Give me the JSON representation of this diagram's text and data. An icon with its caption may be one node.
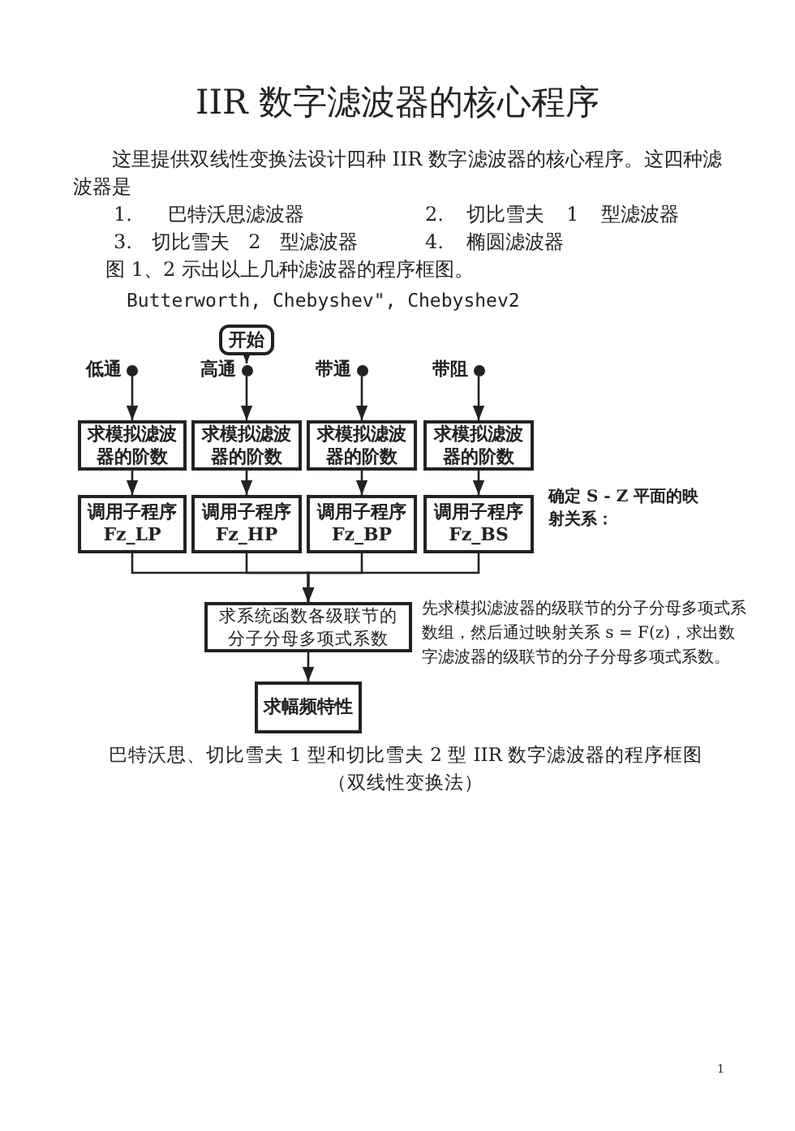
{
  "diagram": {
    "title": "IIR 数字滤波器的核心程序",
    "nodes": [
      {
        "text": [
          "开始"
        ]
      },
      {
        "text": [
          "低通"
        ]
      },
      {
        "text": [
          "高通"
        ]
      },
      {
        "text": [
          "带通"
        ]
      },
      {
        "text": [
          "带阻"
        ]
      },
      {
        "text": [
          "求模拟滤波器的阶数"
        ]
      },
      {
        "text": [
          "求模拟滤波器的阶数"
        ]
      },
      {
        "text": [
          "求模拟滤波器的阶数"
        ]
      },
      {
        "text": [
          "求模拟滤波器的阶数"
        ]
      },
      {
        "text": [
          "调用子程序 Fz_LP"
        ]
      },
      {
        "text": [
          "调用子程序 Fz_HP"
        ]
      },
      {
        "text": [
          "调用子程序 Fz_BP"
        ]
      },
      {
        "text": [
          "调用子程序 Fz_BS"
        ]
      },
      {
        "text": [
          "求系统函数各级联节的分子分母多项式系数"
        ]
      },
      {
        "text": [
          "求幅频特性"
        ]
      }
    ],
    "edges": [
      {
        "from": 0,
        "to": 2,
        "arrow": "to"
      },
      {
        "from": 1,
        "to": 5,
        "arrow": "to"
      },
      {
        "from": 2,
        "to": 6,
        "arrow": "to"
      },
      {
        "from": 3,
        "to": 7,
        "arrow": "to"
      },
      {
        "from": 4,
        "to": 8,
        "arrow": "to"
      },
      {
        "from": 5,
        "to": 9,
        "arrow": "to"
      },
      {
        "from": 6,
        "to": 10,
        "arrow": "to"
      },
      {
        "from": 7,
        "to": 11,
        "arrow": "to"
      },
      {
        "from": 8,
        "to": 12,
        "arrow": "to"
      },
      {
        "from": 9,
        "to": 13,
        "arrow": "to"
      },
      {
        "from": 10,
        "to": 13,
        "arrow": "to"
      },
      {
        "from": 11,
        "to": 13,
        "arrow": "to"
      },
      {
        "from": 12,
        "to": 13,
        "arrow": "to"
      },
      {
        "from": 13,
        "to": 14,
        "arrow": "to"
      }
    ],
    "labels": [
      "这里提供双线性变换法设计四种 IIR 数字滤波器的核心程序。这四种滤波器是",
      "1. 巴特沃思滤波器",
      "2. 切比雪夫 1 型滤波器",
      "3. 切比雪夫 2 型滤波器",
      "4. 椭圆滤波器",
      "图 1、2 示出以上几种滤波器的程序框图。",
      "Butterworth, Chebyshev\", Chebyshev2",
      "确定 S - Z 平面的映射关系：",
      "先求模拟滤波器的级联节的分子分母多项式系数组，然后通过映射关系 s = F(z)，求出数字滤波器的级联节的分子分母多项式系数。",
      "巴特沃思、切比雪夫 1 型和切比雪夫 2 型 IIR 数字滤波器的程序框图",
      "（双线性变换法）",
      "1"
    ]
  }
}
